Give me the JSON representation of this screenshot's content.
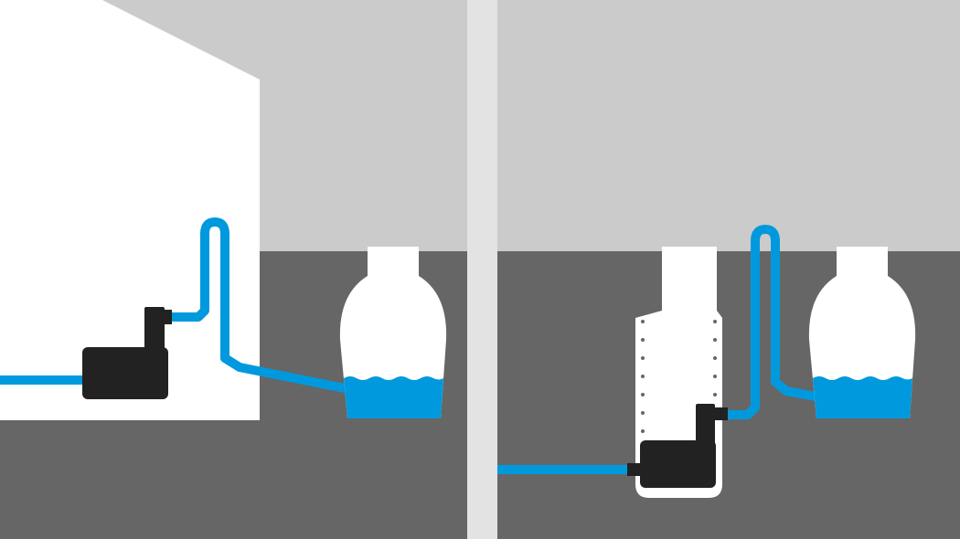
{
  "colors": {
    "sky": "#cbcbcb",
    "ground": "#666666",
    "house": "#ffffff",
    "divider": "#e3e3e3",
    "pipe": "#0099dd",
    "pump": "#222222",
    "water": "#0099dd",
    "tank": "#ffffff"
  },
  "panels": [
    {
      "id": "left",
      "description_words": "",
      "elements": [
        "house-wall",
        "pump",
        "outlet-pipe",
        "rain-tank"
      ]
    },
    {
      "id": "right",
      "description_words": "",
      "elements": [
        "pump-shaft",
        "pump",
        "outlet-pipe",
        "rain-tank"
      ]
    }
  ]
}
